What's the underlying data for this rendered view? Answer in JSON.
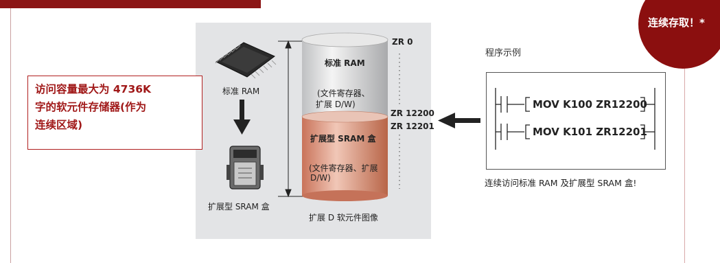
{
  "badge": {
    "text": "连续存取！*"
  },
  "callout": {
    "line1": "访问容量最大为 4736K",
    "line2": "字的软元件存储器(作为",
    "line3": "连续区域)"
  },
  "chip_label": "标准 RAM",
  "sram_label": "扩展型 SRAM 盒",
  "cylinder": {
    "top_title": "标准 RAM",
    "top_desc_1": "(文件寄存器、",
    "top_desc_2": "扩展 D/W)",
    "bottom_title": "扩展型 SRAM 盒",
    "bottom_desc_1": "(文件寄存器、扩展",
    "bottom_desc_2": "D/W)",
    "caption": "扩展 D 软元件图像"
  },
  "addresses": {
    "start": "ZR 0",
    "mid_a": "ZR 12200",
    "mid_b": "ZR 12201"
  },
  "program": {
    "title": "程序示例",
    "instr1": "MOV K100 ZR12200",
    "instr2": "MOV K101 ZR12201",
    "caption": "连续访问标准 RAM 及扩展型 SRAM 盒!"
  },
  "colors": {
    "brand_red": "#8b1515",
    "callout_red": "#a01818",
    "panel_gray": "#e3e4e6",
    "cyl_gray": "#d8d8d8",
    "cyl_salmon": "#d98a72"
  }
}
